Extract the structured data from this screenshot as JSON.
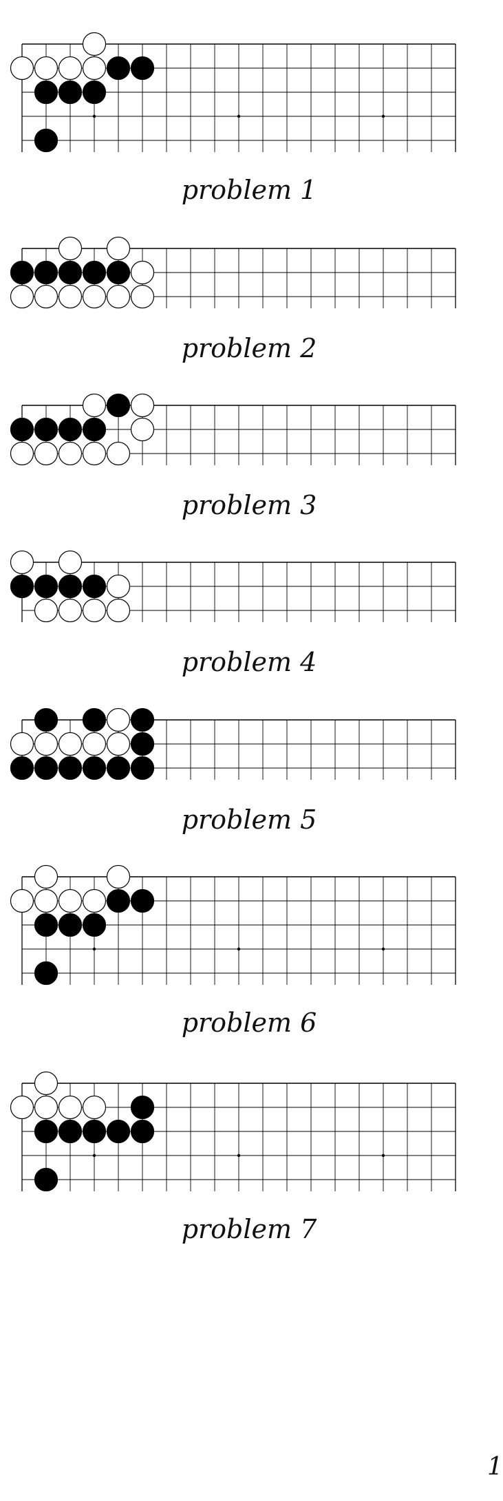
{
  "problems": [
    {
      "caption": "problem 1",
      "rows": 5,
      "black": [
        [
          4,
          1
        ],
        [
          5,
          1
        ],
        [
          1,
          2
        ],
        [
          2,
          2
        ],
        [
          3,
          2
        ],
        [
          1,
          4
        ]
      ],
      "white": [
        [
          3,
          0
        ],
        [
          0,
          1
        ],
        [
          1,
          1
        ],
        [
          2,
          1
        ],
        [
          3,
          1
        ]
      ]
    },
    {
      "caption": "problem 2",
      "rows": 3,
      "black": [
        [
          0,
          1
        ],
        [
          1,
          1
        ],
        [
          2,
          1
        ],
        [
          3,
          1
        ],
        [
          4,
          1
        ]
      ],
      "white": [
        [
          2,
          0
        ],
        [
          4,
          0
        ],
        [
          5,
          1
        ],
        [
          0,
          2
        ],
        [
          1,
          2
        ],
        [
          2,
          2
        ],
        [
          3,
          2
        ],
        [
          4,
          2
        ],
        [
          5,
          2
        ]
      ]
    },
    {
      "caption": "problem 3",
      "rows": 3,
      "black": [
        [
          4,
          0
        ],
        [
          0,
          1
        ],
        [
          1,
          1
        ],
        [
          2,
          1
        ],
        [
          3,
          1
        ]
      ],
      "white": [
        [
          3,
          0
        ],
        [
          5,
          0
        ],
        [
          5,
          1
        ],
        [
          0,
          2
        ],
        [
          1,
          2
        ],
        [
          2,
          2
        ],
        [
          3,
          2
        ],
        [
          4,
          2
        ]
      ]
    },
    {
      "caption": "problem 4",
      "rows": 3,
      "black": [
        [
          0,
          1
        ],
        [
          1,
          1
        ],
        [
          2,
          1
        ],
        [
          3,
          1
        ]
      ],
      "white": [
        [
          0,
          0
        ],
        [
          2,
          0
        ],
        [
          4,
          1
        ],
        [
          1,
          2
        ],
        [
          2,
          2
        ],
        [
          3,
          2
        ],
        [
          4,
          2
        ]
      ]
    },
    {
      "caption": "problem 5",
      "rows": 3,
      "black": [
        [
          1,
          0
        ],
        [
          3,
          0
        ],
        [
          5,
          0
        ],
        [
          5,
          1
        ],
        [
          0,
          2
        ],
        [
          1,
          2
        ],
        [
          2,
          2
        ],
        [
          3,
          2
        ],
        [
          4,
          2
        ],
        [
          5,
          2
        ]
      ],
      "white": [
        [
          4,
          0
        ],
        [
          0,
          1
        ],
        [
          1,
          1
        ],
        [
          2,
          1
        ],
        [
          3,
          1
        ],
        [
          4,
          1
        ]
      ]
    },
    {
      "caption": "problem 6",
      "rows": 5,
      "black": [
        [
          4,
          1
        ],
        [
          5,
          1
        ],
        [
          1,
          2
        ],
        [
          2,
          2
        ],
        [
          3,
          2
        ],
        [
          1,
          4
        ]
      ],
      "white": [
        [
          1,
          0
        ],
        [
          4,
          0
        ],
        [
          0,
          1
        ],
        [
          1,
          1
        ],
        [
          2,
          1
        ],
        [
          3,
          1
        ]
      ]
    },
    {
      "caption": "problem 7",
      "rows": 5,
      "black": [
        [
          5,
          1
        ],
        [
          1,
          2
        ],
        [
          2,
          2
        ],
        [
          3,
          2
        ],
        [
          4,
          2
        ],
        [
          5,
          2
        ],
        [
          1,
          4
        ]
      ],
      "white": [
        [
          1,
          0
        ],
        [
          0,
          1
        ],
        [
          1,
          1
        ],
        [
          2,
          1
        ],
        [
          3,
          1
        ]
      ]
    }
  ],
  "page_number": "1"
}
